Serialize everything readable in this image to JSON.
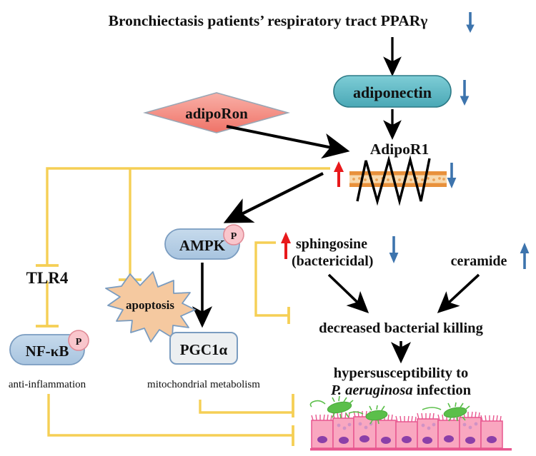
{
  "figure": {
    "title": "Bronchiectasis patients’ respiratory tract PPARγ",
    "title_arrow": "down-arrow-blue"
  },
  "nodes": {
    "adiponectin": {
      "label": "adiponectin",
      "shape": "rounded-pill",
      "fill": "#5fb8c4",
      "arrow": "down-arrow-blue"
    },
    "adiporon": {
      "label": "adipoRon",
      "shape": "diamond",
      "fill": "#f38e84"
    },
    "adipor1": {
      "label": "AdipoR1",
      "shape": "membrane-receptor",
      "arrow_up": "up-arrow-red",
      "arrow_down": "down-arrow-blue"
    },
    "ampk": {
      "label": "AMPK",
      "shape": "rounded-pill",
      "fill": "#b4cde4",
      "badge": "P"
    },
    "tlr4": {
      "label": "TLR4",
      "shape": "text"
    },
    "apoptosis": {
      "label": "apoptosis",
      "shape": "starburst",
      "fill": "#f5c9a0"
    },
    "nfkb": {
      "label": "NF-κB",
      "shape": "rounded-pill",
      "fill": "#b4cde4",
      "badge": "P"
    },
    "pgc1a": {
      "label": "PGC1α",
      "shape": "rounded-rect",
      "fill": "#eceff1"
    },
    "sphingosine": {
      "line1": "sphingosine",
      "line2": "(bactericidal)",
      "arrow_up": "up-arrow-red",
      "arrow_down": "down-arrow-blue"
    },
    "ceramide": {
      "label": "ceramide",
      "arrow_up": "up-arrow-blue"
    },
    "killing": {
      "label": "decreased bacterial killing"
    },
    "hypersusceptibility": {
      "line1": "hypersusceptibility to",
      "line2_italic": "P. aeruginosa",
      "line2_rest": " infection"
    }
  },
  "captions": {
    "anti_inflammation": "anti-inflammation",
    "mitochondrial_metabolism": "mitochondrial metabolism"
  },
  "illustration": {
    "name": "airway-epithelium-with-bacteria",
    "epithelium_fill": "#f9a7c0",
    "nucleus_fill": "#8b3fa8",
    "bacteria_fill": "#5bbf4a"
  },
  "colors": {
    "arrow_blue": "#3d74ad",
    "arrow_red": "#e8191b",
    "inhibition_yellow": "#f5cf55",
    "black": "#000000",
    "node_border_blue": "#7a9cc0",
    "badge_pink": "#f9c6cc",
    "badge_pink_border": "#e08a96",
    "membrane_orange": "#e8913c",
    "membrane_inner": "#f7d9ae"
  }
}
